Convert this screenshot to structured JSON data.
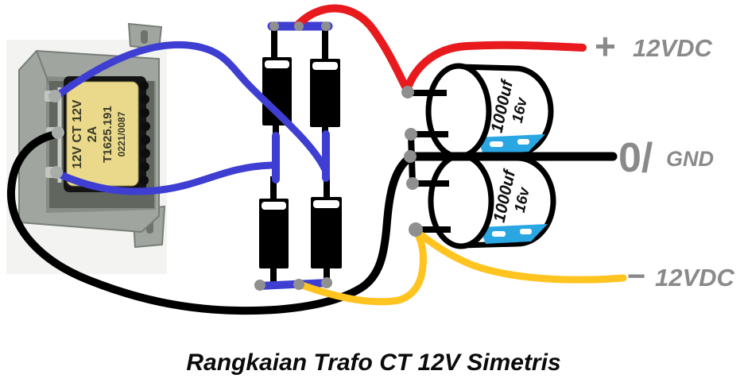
{
  "title": "Rangkaian Trafo CT 12V Simetris",
  "transformer": {
    "label_lines": [
      "12V   CT   12V",
      "2A",
      "T1625.191",
      "0221/0087"
    ]
  },
  "capacitors": [
    {
      "value": "1000uf",
      "voltage": "16v"
    },
    {
      "value": "1000uf",
      "voltage": "16v"
    }
  ],
  "rails": {
    "positive": {
      "sign": "+",
      "label": "12VDC"
    },
    "ground": {
      "sign": "0/",
      "label": "GND"
    },
    "negative": {
      "sign": "−",
      "label": "12VDC"
    }
  },
  "colors": {
    "wire-blue": "#3e3ed2",
    "wire-red": "#e81a1e",
    "wire-yellow": "#ffc41f",
    "wire-black": "#000000",
    "cap-stripe": "#2aa7e2",
    "solder-gray": "#8f8f8f",
    "label-text-gray": "#8a8a8a",
    "transformer-label-yellow": "#ead98b"
  }
}
